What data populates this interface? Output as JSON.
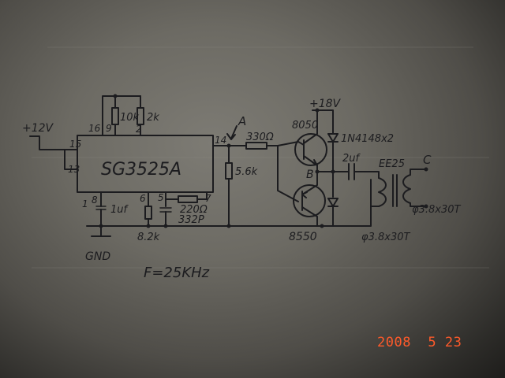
{
  "labels": {
    "ic": "SG3525A",
    "vin": "+12V",
    "vhigh": "+18V",
    "pin16": "16",
    "pin9": "9",
    "pin2": "2",
    "pin15": "15",
    "pin13": "13",
    "pin14": "14",
    "pin1": "1",
    "pin8": "8",
    "pin6": "6",
    "pin5": "5",
    "pin7": "7",
    "r10k": "10k",
    "r2k": "2k",
    "r330": "330Ω",
    "r5k6": "5.6k",
    "c1u": "1uf",
    "r8k2": "8.2k",
    "c332": "332P",
    "r220": "220Ω",
    "gnd": "GND",
    "node_a": "A",
    "node_b": "B",
    "node_c": "C",
    "q_npn": "8050",
    "q_pnp": "8550",
    "diodes": "1N4148x2",
    "c2u": "2uf",
    "core": "EE25",
    "sec_winding": "φ3.8x30T",
    "pri_winding": "φ3.8x30T",
    "freq": "F=25KHz"
  },
  "date_stamp": "2008  5 23"
}
